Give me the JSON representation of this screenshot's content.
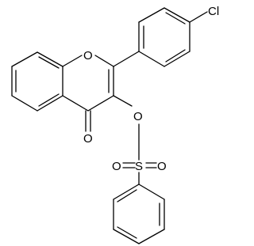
{
  "molecule": {
    "atoms": {
      "cl": "Cl",
      "o_ring": "O",
      "o_carbonyl": "O",
      "o_ester": "O",
      "s": "S",
      "o_s_left": "O",
      "o_s_right": "O"
    },
    "colors": {
      "bond": "#000000",
      "label": "#000000",
      "background": "#ffffff"
    }
  }
}
